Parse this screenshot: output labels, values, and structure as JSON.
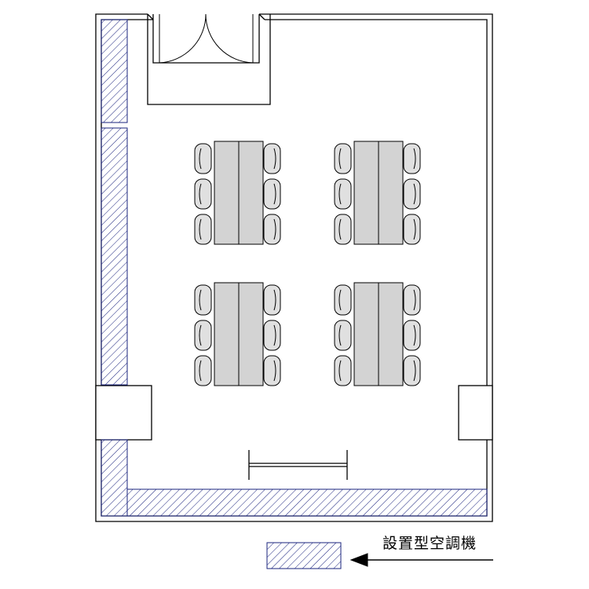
{
  "legend": {
    "label": "設置型空調機",
    "hatch_color": "#1a237e",
    "table_fill": "#d3d3d3",
    "chair_fill": "#e0e0e0",
    "line_color": "#000000"
  },
  "furniture": {
    "table_groups": 4,
    "chairs_per_side": 3,
    "tables_per_group": 2
  }
}
